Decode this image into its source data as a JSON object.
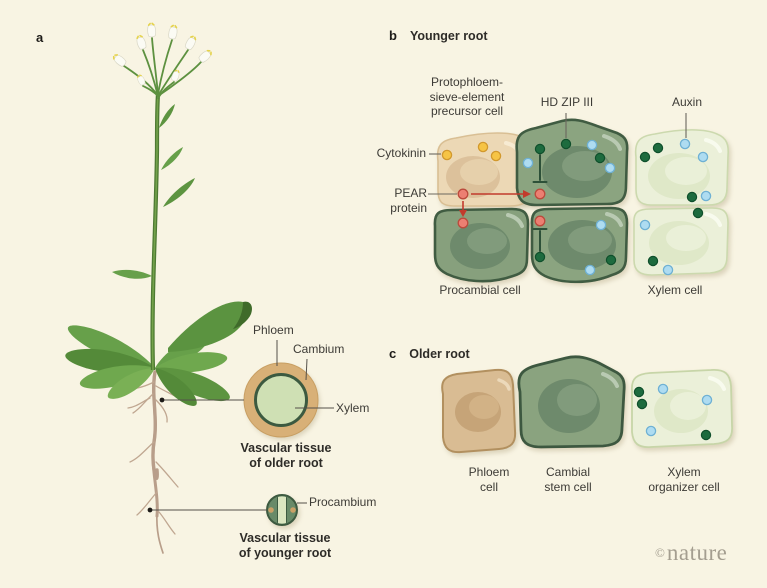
{
  "panel_a": {
    "letter": "a",
    "older_root": {
      "phloem_label": "Phloem",
      "cambium_label": "Cambium",
      "xylem_label": "Xylem",
      "caption": "Vascular tissue\nof older root"
    },
    "younger_root": {
      "procambium_label": "Procambium",
      "caption": "Vascular tissue\nof younger root"
    }
  },
  "panel_b": {
    "letter": "b",
    "title": "Younger root",
    "labels": {
      "protophloem": "Protophloem-\nsieve-element\nprecursor cell",
      "hd_zip_iii": "HD ZIP III",
      "auxin": "Auxin",
      "cytokinin": "Cytokinin",
      "pear": "PEAR\nprotein",
      "procambial": "Procambial cell",
      "xylem": "Xylem cell"
    }
  },
  "panel_c": {
    "letter": "c",
    "title": "Older root",
    "labels": {
      "phloem": "Phloem\ncell",
      "cambial": "Cambial\nstem cell",
      "xylem_organizer": "Xylem\norganizer cell"
    }
  },
  "logo": {
    "copyright": "©",
    "name": "nature"
  },
  "colors": {
    "background": "#f8f4e3",
    "phloem_tan_cell": "#ecd8b5",
    "procambial_green_cell": "#8ba480",
    "xylem_pale_cell": "#ebf0d9",
    "cytokinin_dot": "#f6c445",
    "pear_protein_dot": "#ec7f72",
    "hd_zip_iii_dot": "#1d6b3e",
    "auxin_dot": "#aedcf1",
    "signal_arrow_red": "#c23a2c",
    "inhibition_bar_green": "#2d5038"
  }
}
